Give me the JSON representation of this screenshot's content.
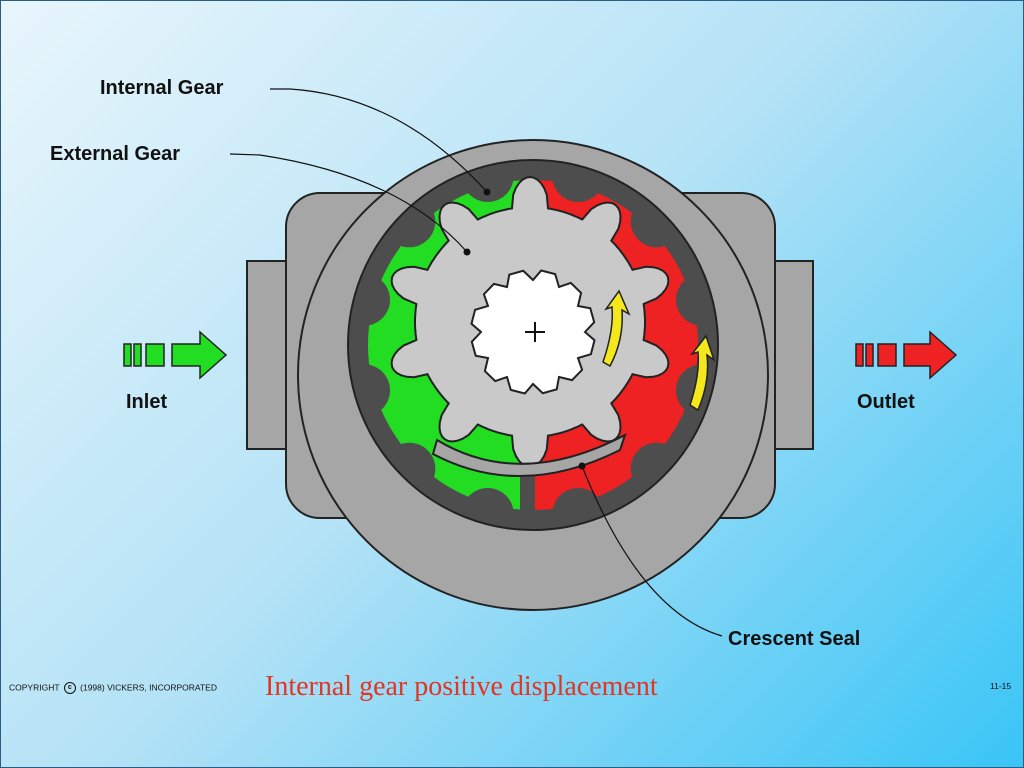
{
  "labels": {
    "internal_gear": "Internal Gear",
    "external_gear": "External Gear",
    "inlet": "Inlet",
    "outlet": "Outlet",
    "crescent_seal": "Crescent Seal"
  },
  "caption": "Internal gear positive displacement",
  "footer": {
    "copyright_prefix": "COPYRIGHT",
    "copyright_symbol": "c",
    "copyright_suffix": "(1998) VICKERS, INCORPORATED",
    "slide_number": "11-15"
  },
  "colors": {
    "inlet_fluid": "#22dd22",
    "outlet_fluid": "#ee2222",
    "flow_arrow": "#f4e81c",
    "caption": "#e23524",
    "housing": "#a6a6a6",
    "cavity": "#4d4d4d",
    "gear": "#c9c9c9"
  }
}
